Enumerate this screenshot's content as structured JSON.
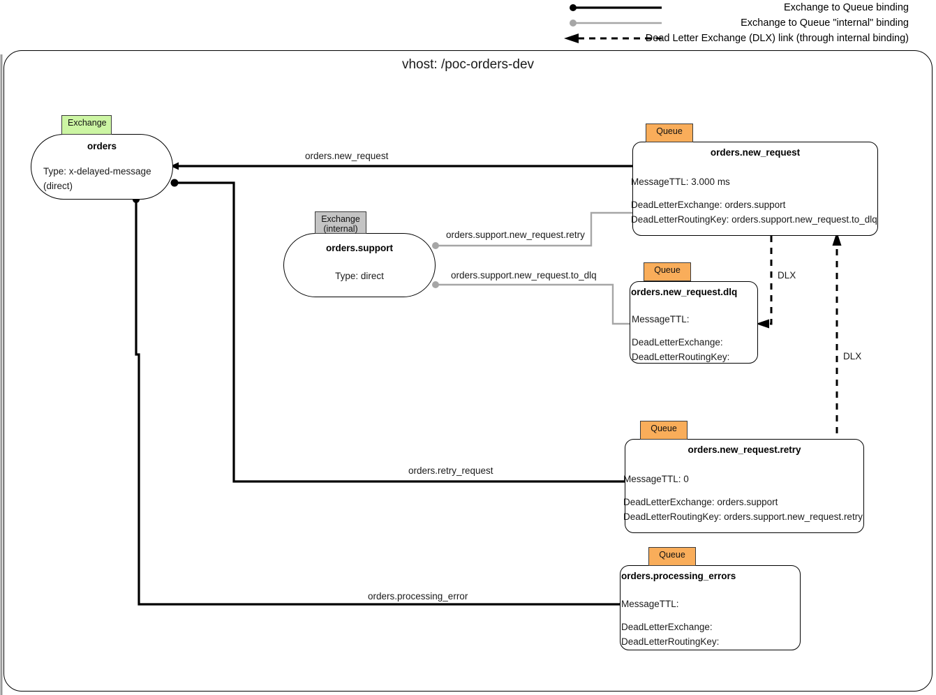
{
  "legend": {
    "items": [
      {
        "style": "solid-black-dot",
        "label": "Exchange to Queue binding"
      },
      {
        "style": "solid-gray-dot",
        "label": "Exchange to Queue \"internal\" binding"
      },
      {
        "style": "dashed-black-arrow",
        "label": "Dead Letter Exchange (DLX) link (through internal binding)"
      }
    ]
  },
  "vhost": {
    "title": "vhost: /poc-orders-dev"
  },
  "colors": {
    "exchange_tag": "#ccf5a3",
    "exchange_internal_tag": "#c4c4c4",
    "queue_tag": "#f9ad5a",
    "binding": "#000000",
    "internal_binding": "#a6a6a6",
    "dlx": "#000000"
  },
  "nodes": {
    "orders_exchange": {
      "tag": "Exchange",
      "title": "orders",
      "type_line1": "Type: x-delayed-message",
      "type_line2": "(direct)"
    },
    "orders_support_exchange": {
      "tag_line1": "Exchange",
      "tag_line2": "(internal)",
      "title": "orders.support",
      "type_line1": "Type: direct"
    },
    "new_request_queue": {
      "tag": "Queue",
      "title": "orders.new_request",
      "ttl": "MessageTTL: 3.000 ms",
      "dlx": "DeadLetterExchange:  orders.support",
      "dlrk": "DeadLetterRoutingKey:  orders.support.new_request.to_dlq"
    },
    "new_request_dlq_queue": {
      "tag": "Queue",
      "title": "orders.new_request.dlq",
      "ttl": "MessageTTL:",
      "dlx": "DeadLetterExchange:",
      "dlrk": "DeadLetterRoutingKey:"
    },
    "new_request_retry_queue": {
      "tag": "Queue",
      "title": "orders.new_request.retry",
      "ttl": "MessageTTL: 0",
      "dlx": "DeadLetterExchange:  orders.support",
      "dlrk": "DeadLetterRoutingKey:  orders.support.new_request.retry"
    },
    "processing_errors_queue": {
      "tag": "Queue",
      "title": "orders.processing_errors",
      "ttl": "MessageTTL:",
      "dlx": "DeadLetterExchange:",
      "dlrk": "DeadLetterRoutingKey:"
    }
  },
  "edges": {
    "new_request": "orders.new_request",
    "retry_request": "orders.retry_request",
    "processing_error": "orders.processing_error",
    "support_retry": "orders.support.new_request.retry",
    "support_to_dlq": "orders.support.new_request.to_dlq",
    "dlx_upper": "DLX",
    "dlx_lower": "DLX"
  }
}
